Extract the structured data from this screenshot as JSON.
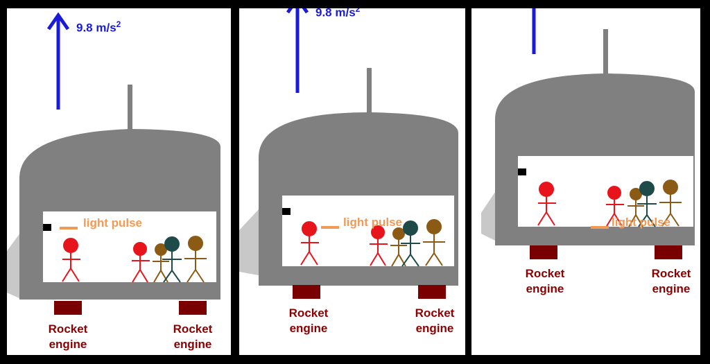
{
  "panels": [
    {
      "acceleration": {
        "value": "9.8 m/s",
        "exponent": "2"
      },
      "light_label": "light pulse",
      "engine_left": {
        "line1": "Rocket",
        "line2": "engine"
      },
      "engine_right": {
        "line1": "Rocket",
        "line2": "engine"
      }
    },
    {
      "acceleration": {
        "value": "9.8 m/s",
        "exponent": "2"
      },
      "light_label": "light pulse",
      "engine_left": {
        "line1": "Rocket",
        "line2": "engine"
      },
      "engine_right": {
        "line1": "Rocket",
        "line2": "engine"
      }
    },
    {
      "light_label": "light pulse",
      "engine_left": {
        "line1": "Rocket",
        "line2": "engine"
      },
      "engine_right": {
        "line1": "Rocket",
        "line2": "engine"
      }
    }
  ],
  "colors": {
    "background": "#000000",
    "panel": "#ffffff",
    "rocket_body": "#808080",
    "acceleration_arrow": "#1a1adb",
    "light_pulse": "#f09a55",
    "engine": "#7a0000",
    "figure_red": "#e8141c",
    "figure_brown": "#8b5a14",
    "figure_teal": "#1f4a4a"
  }
}
